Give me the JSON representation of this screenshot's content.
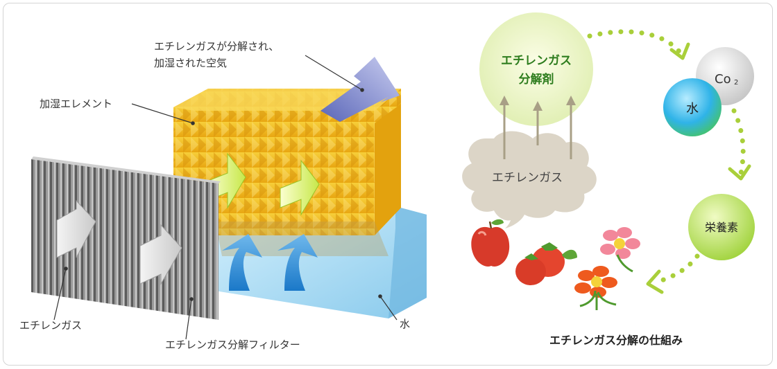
{
  "labels": {
    "decomposed_air_line1": "エチレンガスが分解され、",
    "decomposed_air_line2": "加湿された空気",
    "humidifier_element": "加湿エレメント",
    "ethylene_gas_left": "エチレンガス",
    "decomposition_filter": "エチレンガス分解フィルター",
    "water": "水"
  },
  "cycle": {
    "agent_line1": "エチレンガス",
    "agent_line2": "分解剤",
    "ethylene_gas_cloud": "エチレンガス",
    "co2_base": "Co",
    "co2_sub": "2",
    "water": "水",
    "nutrients": "栄養素",
    "caption": "エチレンガス分解の仕組み"
  },
  "colors": {
    "element_yellow": "#f2b81c",
    "filter_gray": "#8a8a8a",
    "water_blue": "#a9d8f2",
    "agent_green": "#2e7d1e",
    "dotted_arrow": "#a9cf3a",
    "cloud_beige": "#dcd5c7"
  }
}
